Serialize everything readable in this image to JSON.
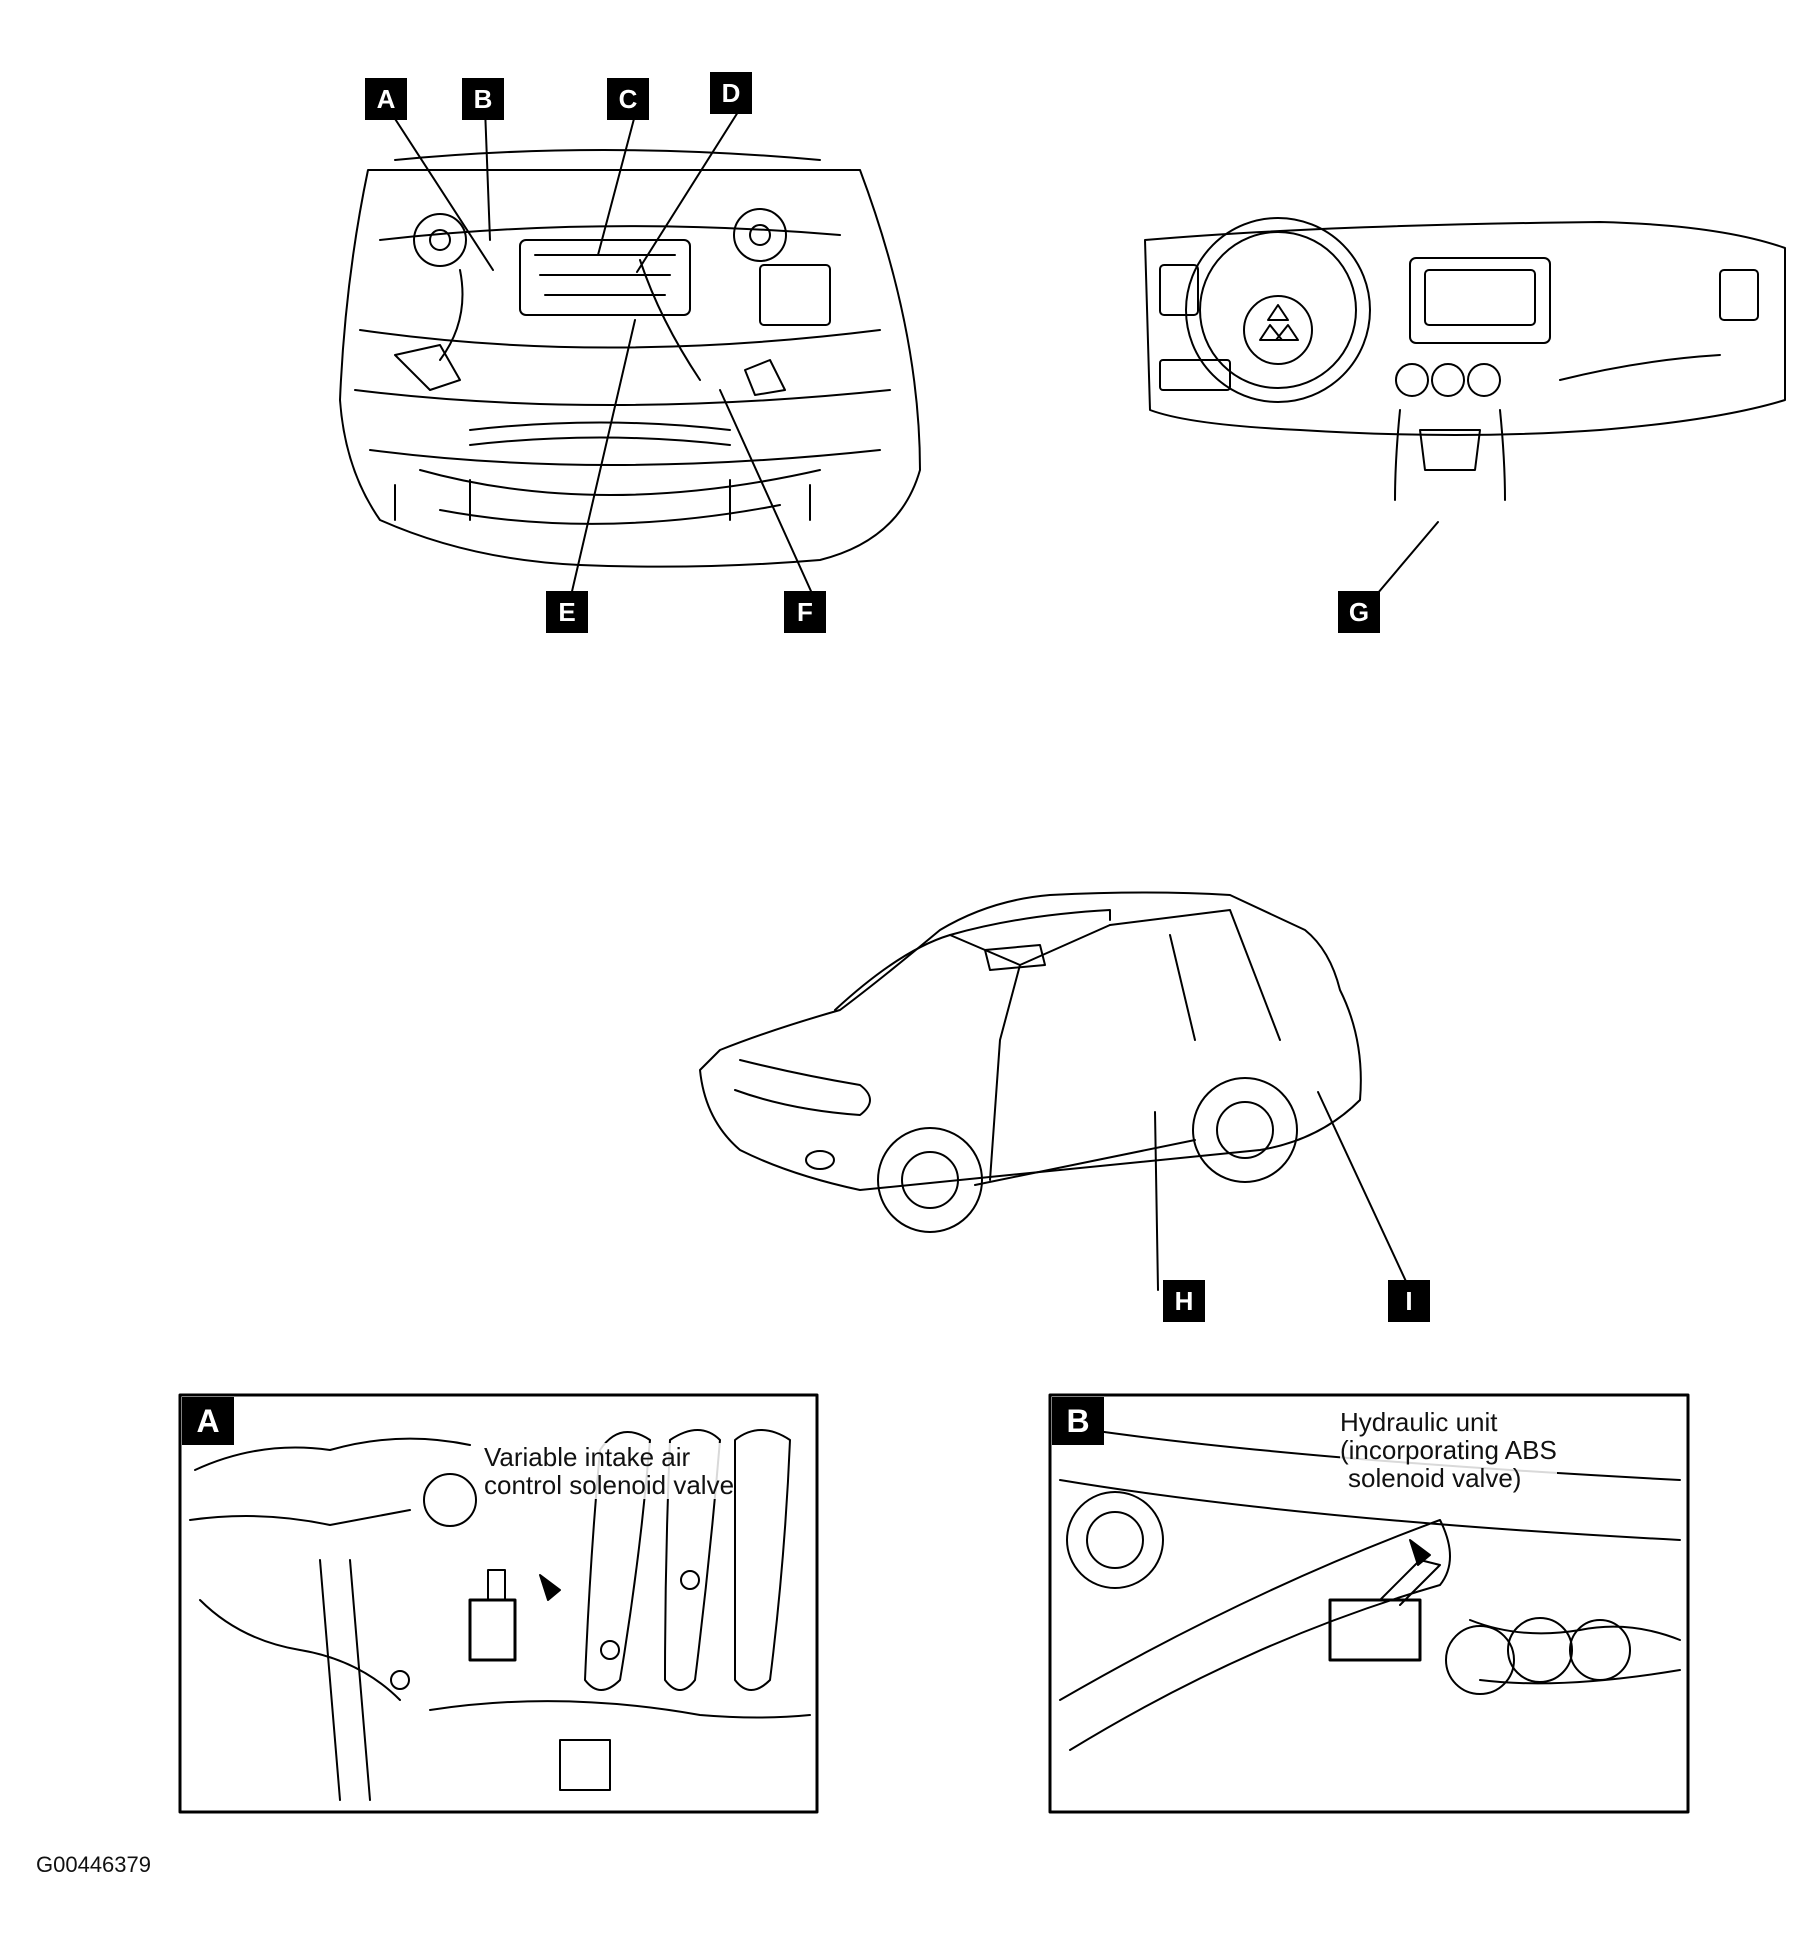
{
  "overview_labels": {
    "A": "A",
    "B": "B",
    "C": "C",
    "D": "D",
    "E": "E",
    "F": "F",
    "G": "G",
    "H": "H",
    "I": "I"
  },
  "inset_a": {
    "tag": "A",
    "caption_line1": "Variable intake air",
    "caption_line2": "control solenoid valve"
  },
  "inset_b": {
    "tag": "B",
    "caption_line1": "Hydraulic unit",
    "caption_line2": "(incorporating ABS",
    "caption_line3": "solenoid valve)"
  },
  "figure_code": "G00446379"
}
